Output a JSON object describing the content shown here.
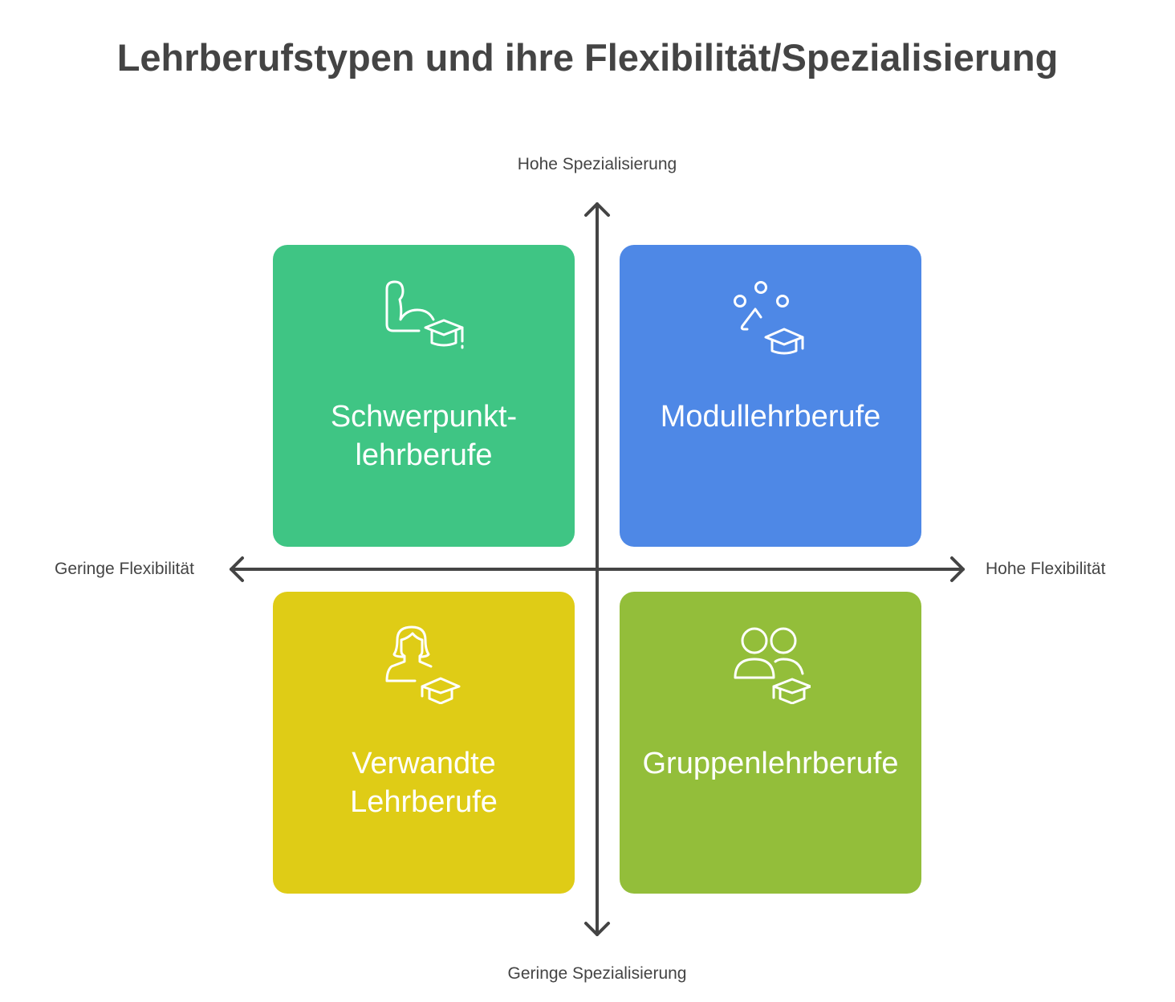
{
  "title": "Lehrberufstypen und ihre Flexibilität/Spezialisierung",
  "axes": {
    "top": "Hohe Spezialisierung",
    "bottom": "Geringe Spezialisierung",
    "left": "Geringe Flexibilität",
    "right": "Hohe Flexibilität"
  },
  "quadrants": [
    {
      "label": "Schwerpunkt-\nlehrberufe",
      "icon": "flexed-arm-graduation-cap-icon",
      "color": "#3FC584"
    },
    {
      "label": "Modullehrberufe",
      "icon": "juggling-person-graduation-cap-icon",
      "color": "#4E88E6"
    },
    {
      "label": "Verwandte\nLehrberufe",
      "icon": "woman-graduation-cap-icon",
      "color": "#DFCC16"
    },
    {
      "label": "Gruppenlehrberufe",
      "icon": "group-graduation-cap-icon",
      "color": "#93BE3A"
    }
  ]
}
